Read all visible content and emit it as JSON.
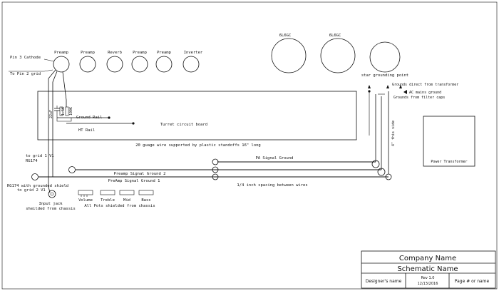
{
  "tubes": {
    "small": [
      "Preamp",
      "Preamp",
      "Reverb",
      "Preamp",
      "Preamp",
      "Inverter"
    ],
    "power": [
      "6L6GC",
      "6L6GC"
    ],
    "star_ground": "star grounding point"
  },
  "labels": {
    "pin3_cathode": "Pin 3 Cathode",
    "to_pin2_grid": "To Pin 2 grid",
    "ground_rail": "Ground Rail",
    "ht_rail": "HT Rail",
    "turret_board": "Turret circuit board",
    "wire_note": "20 guage wire supported by plastic standoffs  16\" long",
    "to_grid1": "to grid 1 V1",
    "rg174_top": "RG174",
    "pa_signal_ground": "PA Signal Ground",
    "preamp_ground_2": "Preamp Signal Ground 2",
    "preamp_ground_1": "PreAmp Signal Ground 1",
    "spacing_note": "1/4 inch spacing between wires",
    "rg174_shield": "RG174 with grounded shield",
    "to_grid2": "to grid 2 V1",
    "input_jack": "Input jack",
    "input_jack_sub": "sheilded from chassis",
    "pots_note": "All Pots shielded from chassis",
    "grounds_transformer": "Grounds direct from transformer",
    "ac_mains": "AC mains ground",
    "grounds_caps": "Grounds from filter caps",
    "this_side": "4\" this side",
    "power_transformer": "Power Transformer",
    "cap_22uf": "22uF",
    "res_1k5": "1.5K",
    "res_100k": "100K"
  },
  "pots": [
    "Volume",
    "Treble",
    "Mid",
    "Bass"
  ],
  "title_block": {
    "company": "Company Name",
    "schematic": "Schematic Name",
    "designer": "Designer's name",
    "rev": "Rev 1.0",
    "date": "12/13/2016",
    "page": "Page # or name"
  }
}
